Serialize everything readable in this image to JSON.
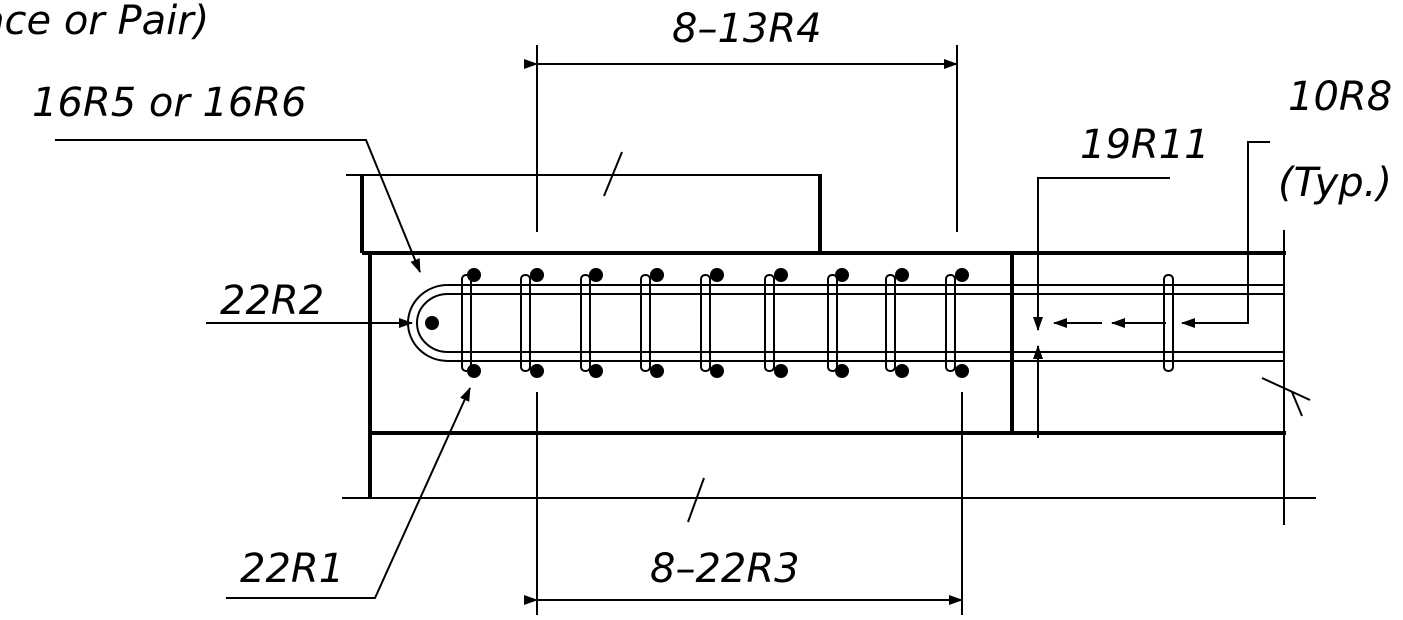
{
  "labels": {
    "top_partial": "ace or Pair)",
    "top_rebar": "8–13R4",
    "bottom_rebar": "8–22R3",
    "hook_bar": "16R5 or 16R6",
    "corner_bar": "22R2",
    "bottom_corner_bar": "22R1",
    "stirrup_bar": "19R11",
    "typ_bar": "10R8",
    "typ_note": "(Typ.)"
  },
  "colors": {
    "ink": "#000000",
    "paper": "#ffffff"
  }
}
